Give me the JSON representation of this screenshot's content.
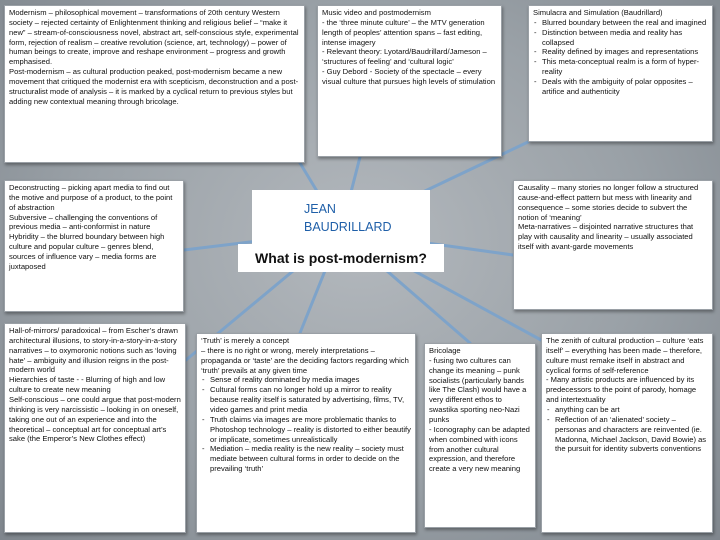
{
  "center": {
    "title_line1": "JEAN",
    "title_line2": "BAUDRILLARD",
    "question": "What is post-modernism?",
    "accent_color": "#1f5fa8"
  },
  "colors": {
    "connector": "#7ea3c9",
    "background": "#8e959b"
  },
  "boxes": {
    "modernism": {
      "paras": [
        "Modernism – philosophical movement – transformations of 20th century Western society – rejected certainty of Enlightenment thinking and religious belief – “make it new” – stream-of-consciousness novel, abstract art, self-conscious style, experimental form, rejection of realism – creative revolution (science, art, technology) – power of human beings to create, improve and reshape environment – progress and growth emphasised.",
        "Post-modernism – as cultural production peaked, post-modernism became a new movement that critiqued the modernist era with scepticism, deconstruction and a post-structuralist mode of analysis – it is marked by a cyclical return to previous styles but adding new contextual meaning through bricolage."
      ]
    },
    "music_video": {
      "paras": [
        "Music video and postmodernism",
        "- the ‘three minute culture’ – the MTV generation length of peoples’ attention spans – fast editing, intense imagery",
        "- Relevant theory: Lyotard/Baudrillard/Jameson – ‘structures of feeling’ and ‘cultural logic’",
        "- Guy Debord - Society of the spectacle – every visual culture that pursues high levels of stimulation"
      ]
    },
    "simulacra": {
      "heading": "Simulacra and Simulation (Baudrillard)",
      "items": [
        "Blurred boundary between the real and imagined",
        "Distinction between media and reality has collapsed",
        "Reality defined by images and representations",
        "This meta-conceptual realm is a form of hyper-reality",
        "Deals with the ambiguity of polar opposites – artifice and authenticity"
      ]
    },
    "deconstructing": {
      "paras": [
        "Deconstructing – picking apart media to find out the motive and purpose of a product, to the point of abstraction",
        "Subversive – challenging the conventions of previous media – anti-conformist in nature",
        "Hybridity – the blurred boundary between high culture and popular culture – genres blend, sources of influence vary – media forms are juxtaposed"
      ]
    },
    "causality": {
      "paras": [
        "Causality – many stories no longer follow a structured cause-and-effect pattern but mess with linearity and consequence – some stories decide to subvert the notion of ‘meaning’",
        "Meta-narratives – disjointed narrative structures that play with causality and linearity – usually associated itself with avant-garde movements"
      ]
    },
    "hall_of_mirrors": {
      "paras": [
        "Hall-of-mirrors/ paradoxical – from Escher’s drawn architectural illusions, to story-in-a-story-in-a-story narratives – to oxymoronic notions such as ‘loving hate’ – ambiguity and illusion reigns in the post-modern world",
        "Hierarchies of taste - - Blurring of high and low culture to create new meaning",
        "Self-conscious – one could argue that post-modern thinking is very narcissistic – looking in on oneself, taking one out of an experience and into the theoretical – conceptual art for conceptual art’s sake (the Emperor’s New Clothes effect)"
      ]
    },
    "truth": {
      "paras": [
        "‘Truth’ is merely a concept",
        "– there is no right or wrong, merely interpretations – propaganda or ‘taste’ are the deciding factors regarding which ‘truth’ prevails at any given time"
      ],
      "items": [
        "Sense of reality dominated by media images",
        "Cultural forms can no longer hold up a mirror to reality because reality itself is saturated by advertising, films, TV, video games and print media",
        "Truth claims via images are more problematic thanks to Photoshop technology – reality is distorted to either beautify or implicate, sometimes unrealistically",
        "Mediation – media reality is the new reality – society must mediate between cultural forms in order to decide on the prevailing ‘truth’"
      ]
    },
    "bricolage": {
      "paras": [
        "Bricolage",
        "- fusing two cultures can change its meaning – punk socialists (particularly bands like The Clash) would have a very different ethos to swastika sporting neo-Nazi punks",
        "- Iconography can be adapted when combined with icons from another cultural expression, and therefore create a very new meaning"
      ]
    },
    "zenith": {
      "paras": [
        "The zenith of cultural production – culture ‘eats itself’ – everything has been made – therefore, culture must remake itself in abstract and cyclical forms of self-reference",
        "- Many artistic products are influenced by its predecessors to the point of parody, homage and intertextuality"
      ],
      "items": [
        "anything can be art",
        "Reflection of an ‘alienated’ society – personas and characters are reinvented (ie. Madonna, Michael Jackson, David Bowie) as the pursuit for identity subverts conventions"
      ]
    }
  }
}
